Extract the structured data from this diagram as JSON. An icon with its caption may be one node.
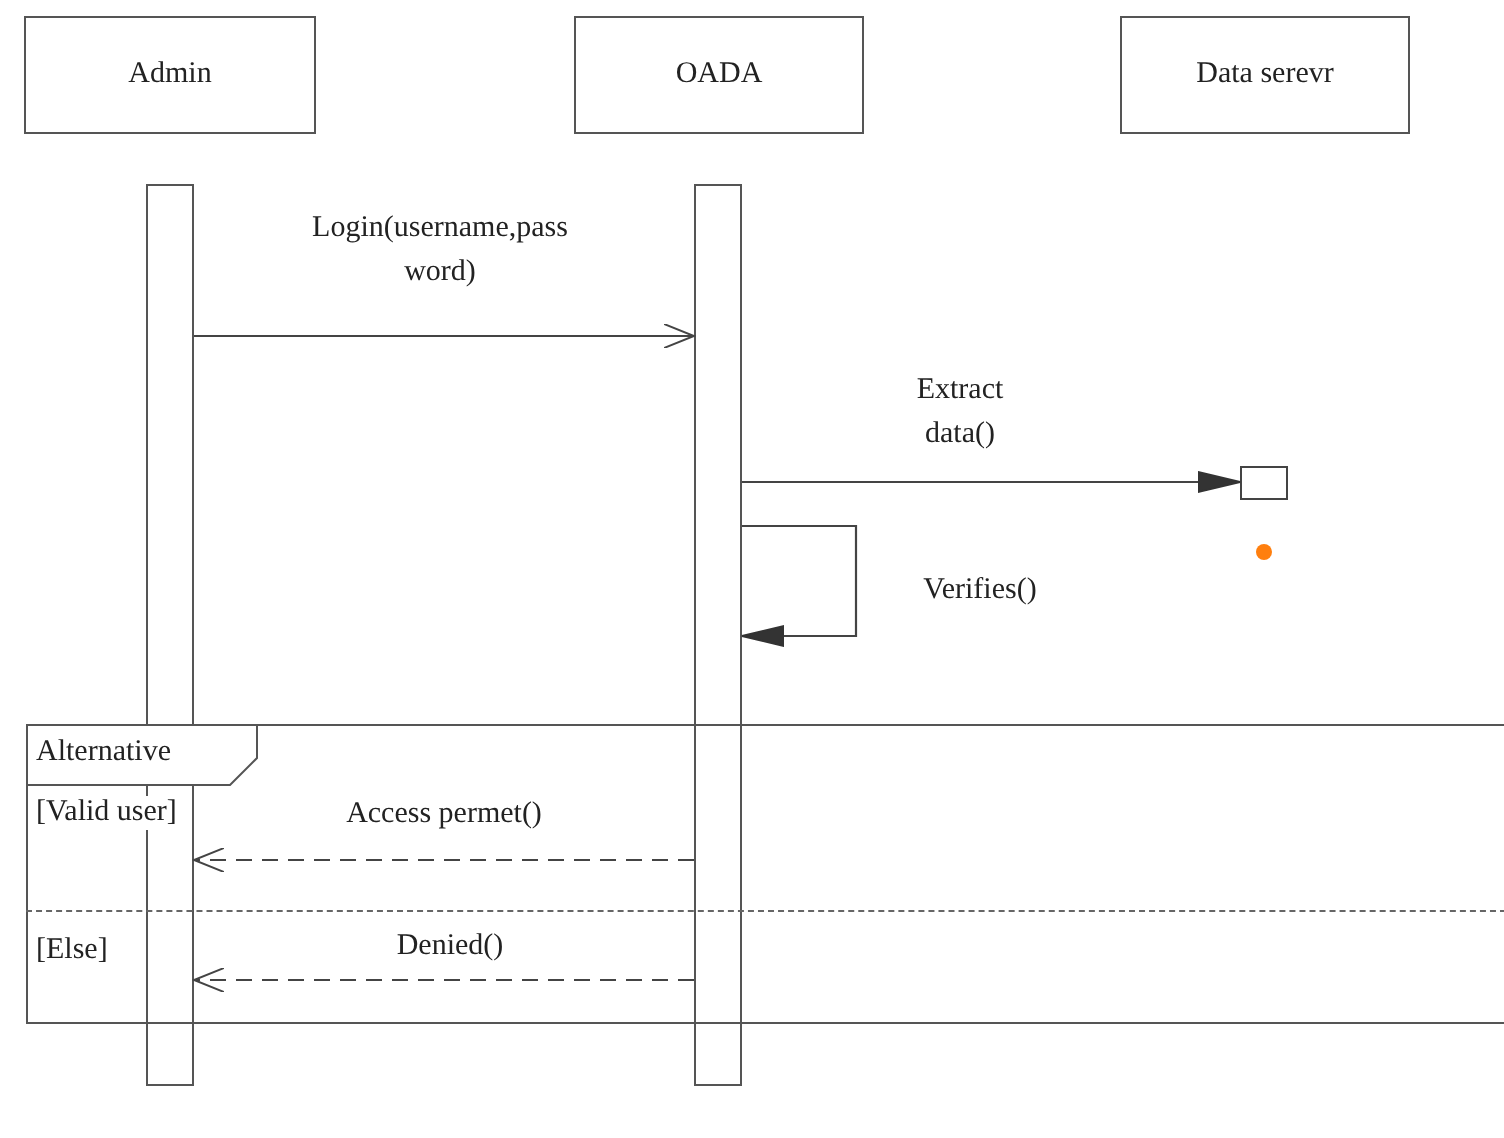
{
  "diagram": {
    "nodes": [
      {
        "text": [
          "Admin"
        ]
      },
      {
        "text": [
          "OADA"
        ]
      },
      {
        "text": [
          "Data serevr"
        ]
      },
      {
        "text": [],
        "shape": "bar"
      },
      {
        "text": [],
        "shape": "bar"
      },
      {
        "text": [],
        "shape": "box"
      },
      {
        "text": [
          "Alternative"
        ]
      }
    ],
    "edges": [
      {
        "from": 3,
        "to": 4,
        "arrow": "to",
        "label": "Login(username,pass word)"
      },
      {
        "from": 4,
        "to": 5,
        "arrow": "to",
        "label": "Extract data()"
      },
      {
        "from": 4,
        "to": 4,
        "arrow": "to",
        "label": "Verifies()"
      },
      {
        "from": 4,
        "to": 3,
        "arrow": "to",
        "label": "Access permet()",
        "style": "dashed"
      },
      {
        "from": 4,
        "to": 3,
        "arrow": "to",
        "label": "Denied()",
        "style": "dashed"
      }
    ],
    "labels": [
      "[Valid user]",
      "[Else]"
    ]
  }
}
